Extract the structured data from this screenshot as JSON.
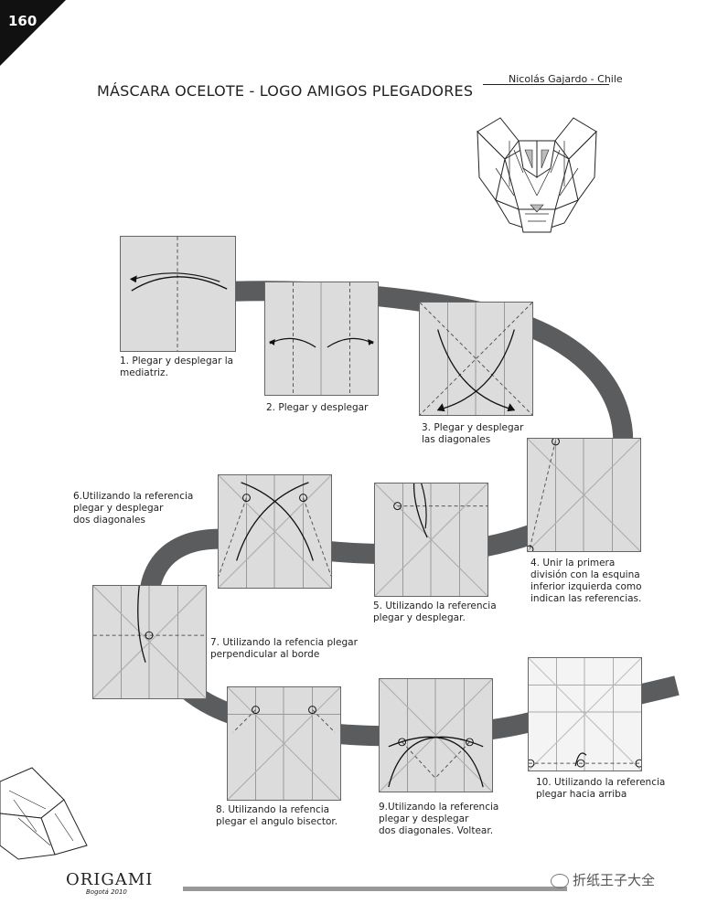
{
  "page_number": "160",
  "title": "MÁSCARA OCELOTE - LOGO AMIGOS PLEGADORES",
  "author": "Nicolás Gajardo - Chile",
  "steps": [
    {
      "caption": "1. Plegar y desplegar la\nmediatriz."
    },
    {
      "caption": "2. Plegar y desplegar"
    },
    {
      "caption": "3. Plegar y desplegar\n las diagonales"
    },
    {
      "caption": "4. Unir la primera\n división con la esquina\ninferior izquierda como\nindican las referencias."
    },
    {
      "caption": "5. Utilizando la referencia\nplegar y desplegar."
    },
    {
      "caption": "6.Utilizando la referencia\nplegar y desplegar\ndos diagonales"
    },
    {
      "caption": "7. Utilizando la refencia plegar\nperpendicular al borde"
    },
    {
      "caption": "8. Utilizando la refencia\n plegar el angulo bisector."
    },
    {
      "caption": "9.Utilizando la referencia\nplegar y desplegar\ndos diagonales. Voltear."
    },
    {
      "caption": "10. Utilizando la referencia\nplegar hacia arriba"
    }
  ],
  "footer": {
    "brand": "ORIGAMI",
    "subtitle": "Bogotá 2010"
  },
  "watermark": "折纸王子大全",
  "colors": {
    "paper": "#dcdcdc",
    "ribbon": "#5a5c5e",
    "ink": "#222222"
  },
  "icons": [
    "ocelot-mask-model",
    "flower-model",
    "wechat-icon"
  ]
}
